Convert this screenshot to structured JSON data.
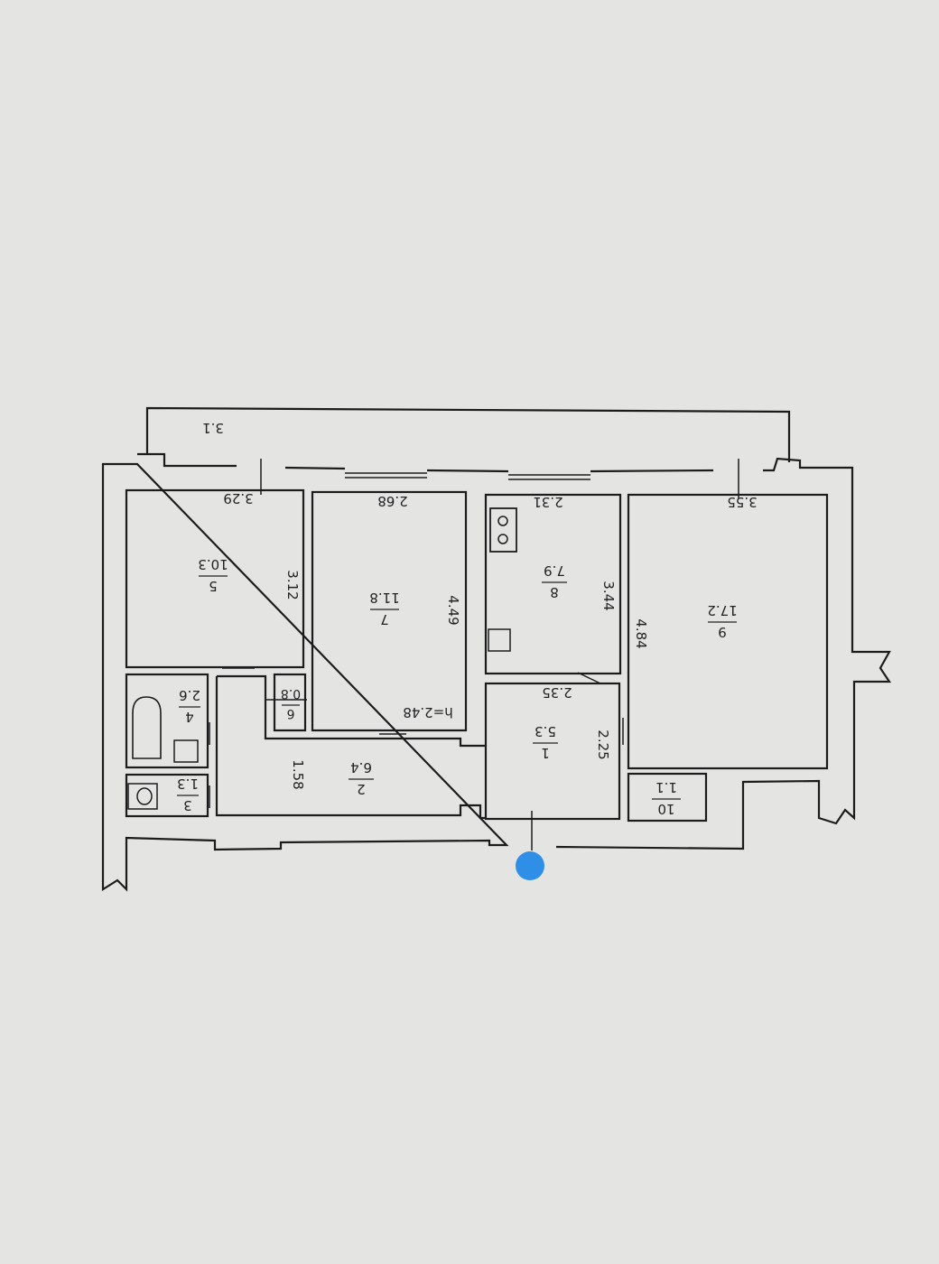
{
  "plan": {
    "ink_color": "#1c1c1c",
    "paper_color": "#e4e5e3",
    "marker_color": "#2f8fe6",
    "rooms": [
      {
        "num": "1",
        "area": "5.3"
      },
      {
        "num": "2",
        "area": "6.4"
      },
      {
        "num": "3",
        "area": "1.3"
      },
      {
        "num": "4",
        "area": "2.6"
      },
      {
        "num": "5",
        "area": "10.3"
      },
      {
        "num": "6",
        "area": "0.8"
      },
      {
        "num": "7",
        "area": "11.8"
      },
      {
        "num": "8",
        "area": "7.9"
      },
      {
        "num": "9",
        "area": "17.2"
      },
      {
        "num": "10",
        "area": "1.1"
      }
    ],
    "dimensions": {
      "balcony": "3.1",
      "room5_width": "3.29",
      "room5_depth": "3.12",
      "room7_width": "2.68",
      "room7_depth": "4.49",
      "room8_width": "2.31",
      "room8_depth": "3.44",
      "room9_width": "3.55",
      "room9_depth": "4.84",
      "room1_width": "2.35",
      "room1_depth": "2.25",
      "corridor_width": "1.58"
    },
    "ceiling_height": "h=2.48"
  }
}
